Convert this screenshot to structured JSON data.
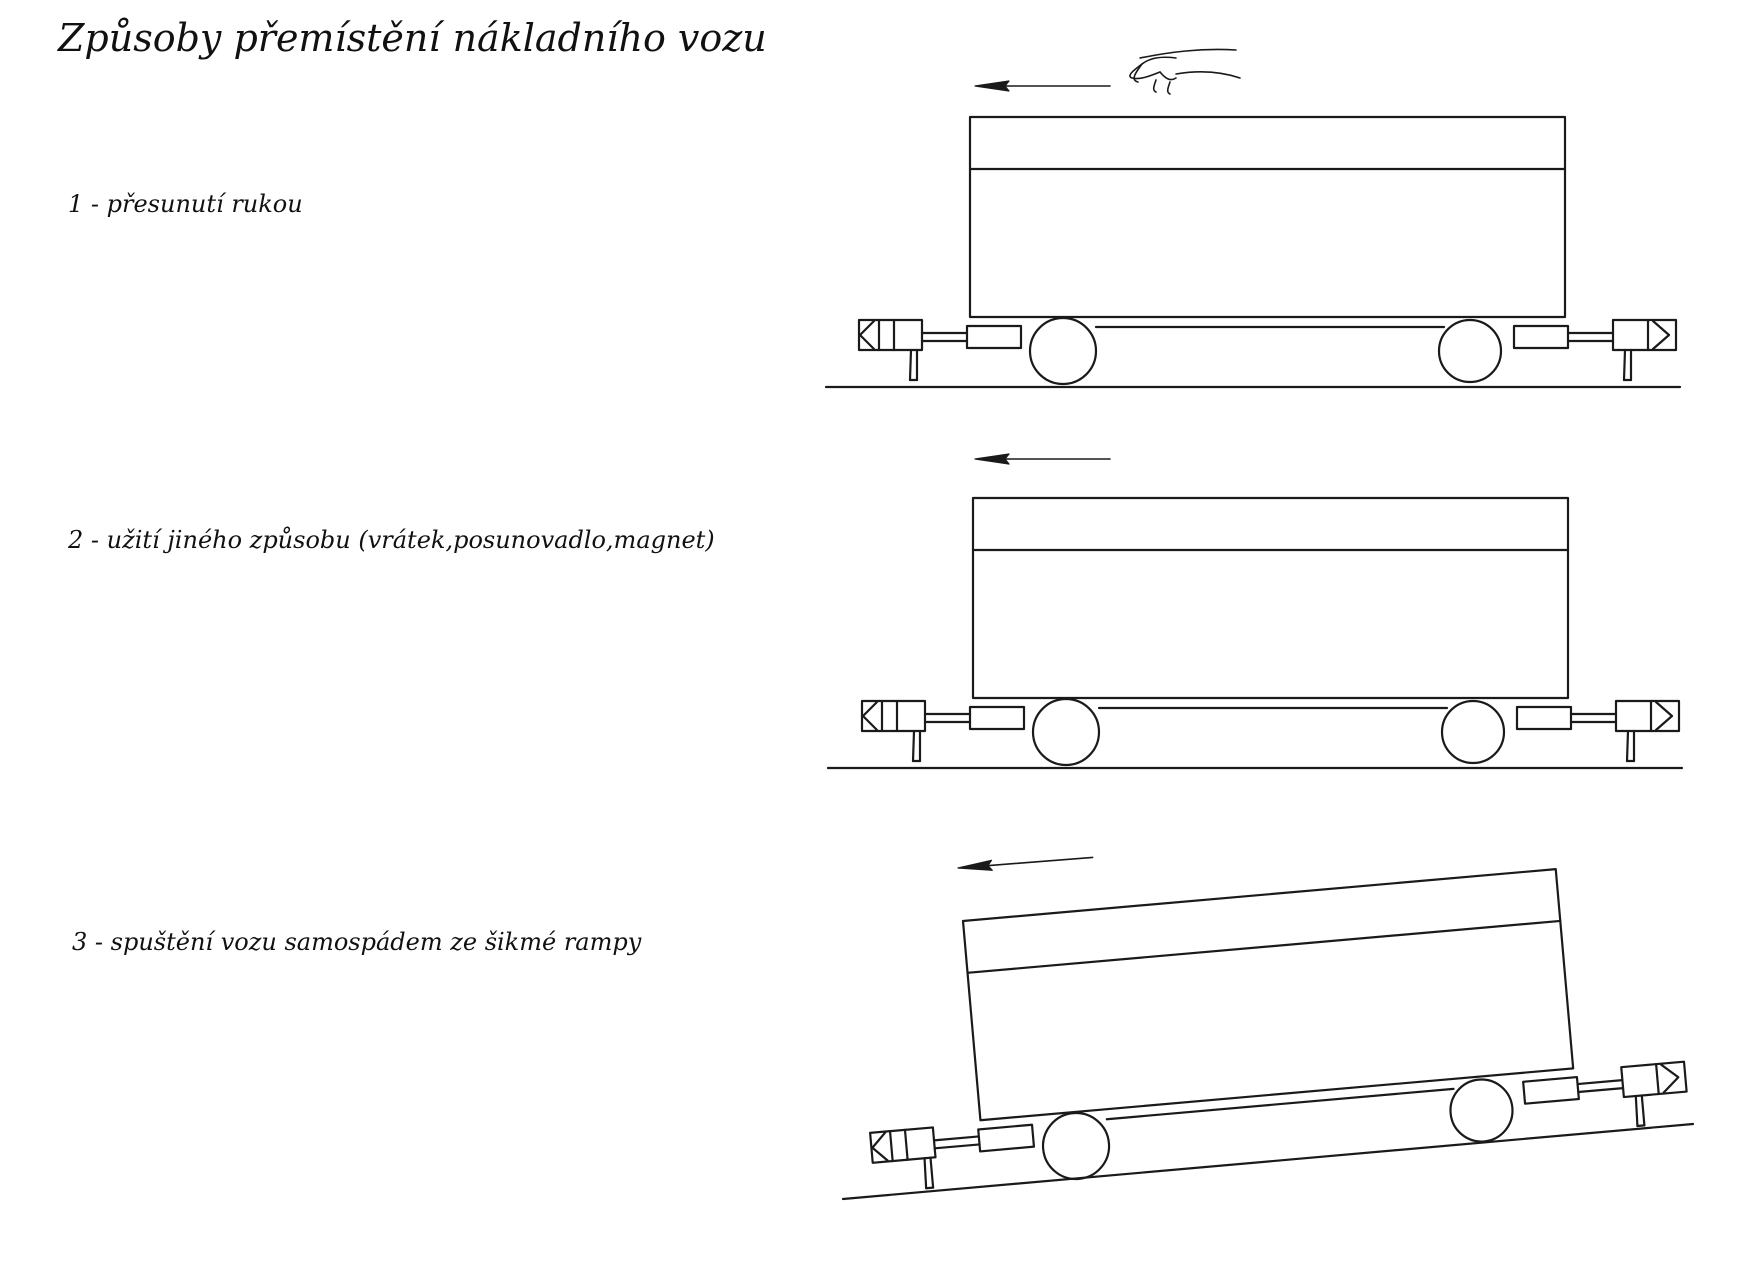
{
  "title": "Způsoby přemístění nákladního vozu",
  "methods": [
    {
      "label": "1 - přesunutí rukou",
      "icon": "hand-icon"
    },
    {
      "label": "2 - užití jiného způsobu (vrátek,posunovadlo,magnet)"
    },
    {
      "label": "3 - spuštění vozu samospádem ze šikmé rampy"
    }
  ],
  "colors": {
    "ink": "#1a1a1a",
    "background": "#ffffff"
  }
}
